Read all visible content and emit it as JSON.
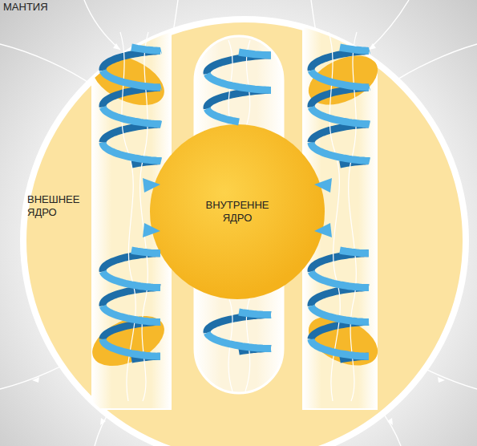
{
  "diagram": {
    "nodes": [
      {
        "text": [
          "МАНТИЯ"
        ]
      },
      {
        "text": [
          "ВНЕШНЕЕ ЯДРО"
        ],
        "in": 0
      },
      {
        "text": [
          "ВНУТРЕННЕ ЯДРО"
        ],
        "in": 1
      }
    ]
  }
}
